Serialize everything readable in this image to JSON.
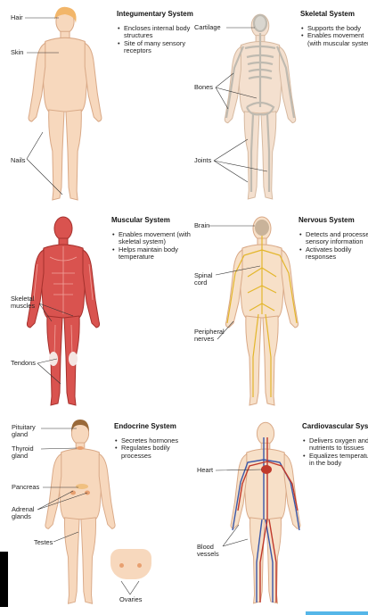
{
  "panels": {
    "integumentary": {
      "title": "Integumentary System",
      "bullets": [
        "Encloses internal body structures",
        "Site of many sensory receptors"
      ],
      "labels": {
        "hair": "Hair",
        "skin": "Skin",
        "nails": "Nails"
      }
    },
    "skeletal": {
      "title": "Skeletal System",
      "bullets": [
        "Supports the body",
        "Enables movement (with muscular system)"
      ],
      "labels": {
        "cartilage": "Cartilage",
        "bones": "Bones",
        "joints": "Joints"
      }
    },
    "muscular": {
      "title": "Muscular System",
      "bullets": [
        "Enables movement (with skeletal system)",
        "Helps maintain body temperature"
      ],
      "labels": {
        "skeletal_muscles": "Skeletal muscles",
        "tendons": "Tendons"
      }
    },
    "nervous": {
      "title": "Nervous System",
      "bullets": [
        "Detects and processes sensory information",
        "Activates bodily responses"
      ],
      "labels": {
        "brain": "Brain",
        "spinal_cord": "Spinal cord",
        "peripheral_nerves": "Peripheral nerves"
      }
    },
    "endocrine": {
      "title": "Endocrine System",
      "bullets": [
        "Secretes hormones",
        "Regulates bodily processes"
      ],
      "labels": {
        "pituitary": "Pituitary gland",
        "thyroid": "Thyroid gland",
        "pancreas": "Pancreas",
        "adrenal": "Adrenal glands",
        "testes": "Testes",
        "ovaries": "Ovaries"
      }
    },
    "cardiovascular": {
      "title": "Cardiovascular System",
      "bullets": [
        "Delivers oxygen and nutrients to tissues",
        "Equalizes temperature in the body"
      ],
      "labels": {
        "heart": "Heart",
        "blood_vessels": "Blood vessels"
      }
    }
  },
  "colors": {
    "skin": "#f7d8bd",
    "skin_outline": "#d9a987",
    "hair": "#f2b66a",
    "bone": "#d9d6cf",
    "muscle": "#d9534f",
    "nerve": "#e3b62b",
    "vein": "#3a57a8",
    "artery": "#c0392b",
    "highlight": "#55b6e8"
  }
}
